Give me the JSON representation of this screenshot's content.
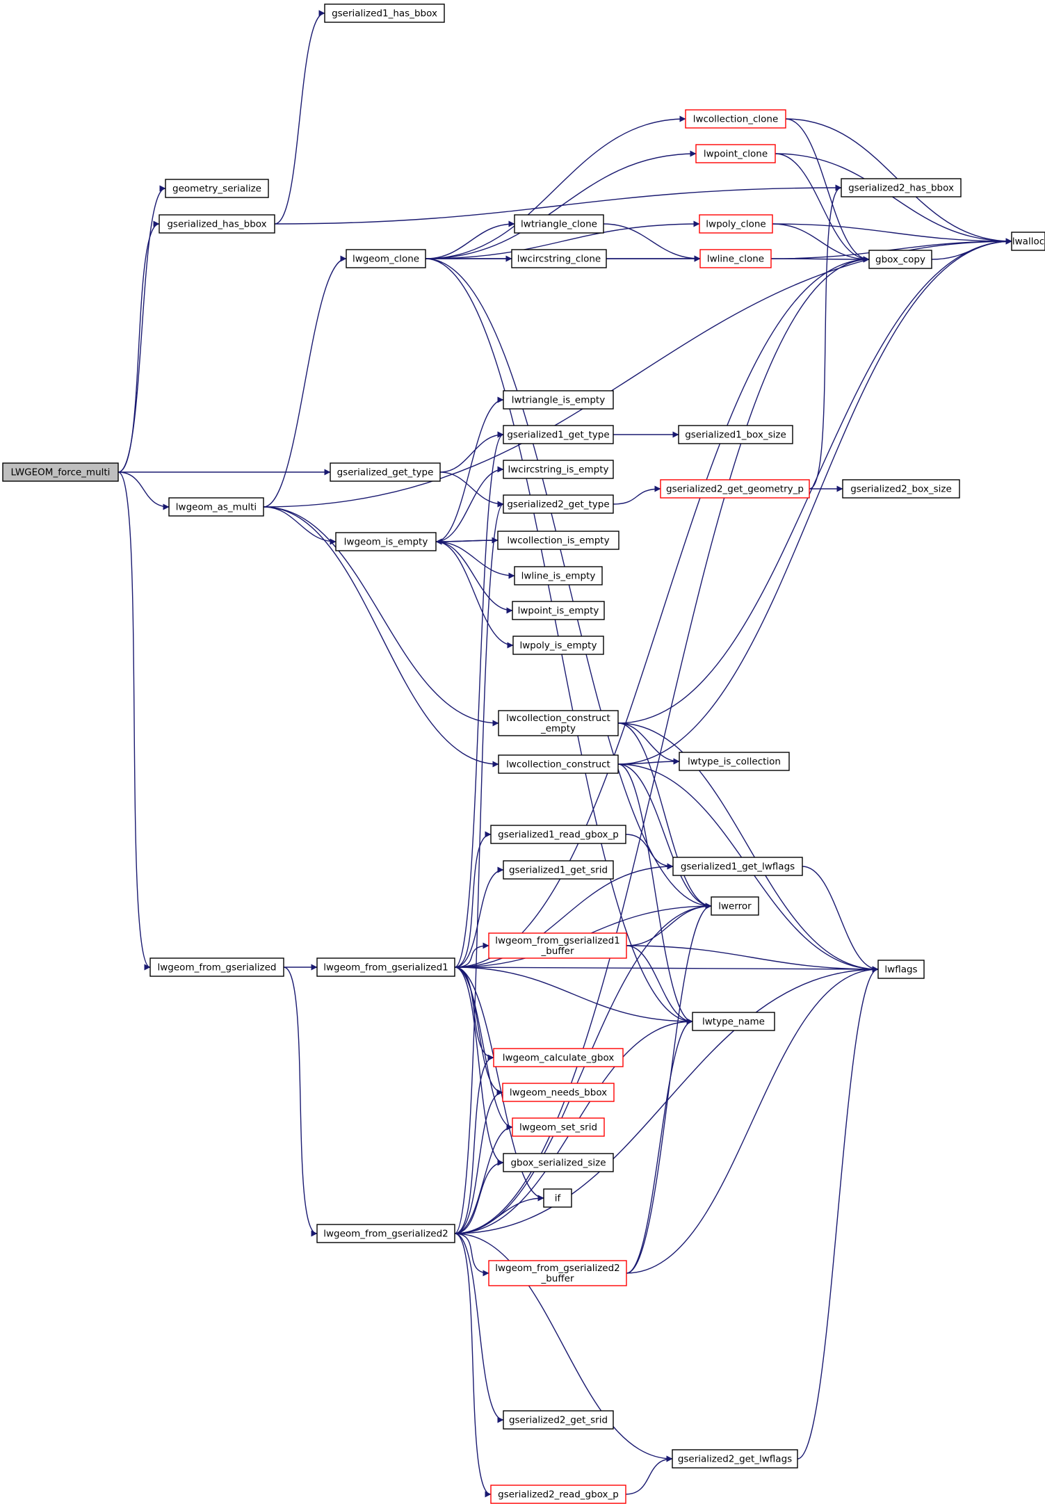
{
  "diagram": {
    "type": "call-graph",
    "colors": {
      "edge": "#191970",
      "node_border": "#000000",
      "node_border_incomplete": "#ff0000",
      "root_fill": "#bfbfbf",
      "node_fill": "#ffffff"
    },
    "nodes": [
      {
        "id": "LWGEOM_force_multi",
        "lines": [
          "LWGEOM_force_multi"
        ],
        "style": "root"
      },
      {
        "id": "geometry_serialize",
        "lines": [
          "geometry_serialize"
        ],
        "style": "normal"
      },
      {
        "id": "gserialized_has_bbox",
        "lines": [
          "gserialized_has_bbox"
        ],
        "style": "normal"
      },
      {
        "id": "gserialized1_has_bbox",
        "lines": [
          "gserialized1_has_bbox"
        ],
        "style": "normal"
      },
      {
        "id": "gserialized2_has_bbox",
        "lines": [
          "gserialized2_has_bbox"
        ],
        "style": "normal"
      },
      {
        "id": "lwgeom_as_multi",
        "lines": [
          "lwgeom_as_multi"
        ],
        "style": "normal"
      },
      {
        "id": "lwgeom_clone",
        "lines": [
          "lwgeom_clone"
        ],
        "style": "normal"
      },
      {
        "id": "lwcollection_clone",
        "lines": [
          "lwcollection_clone"
        ],
        "style": "red"
      },
      {
        "id": "lwpoint_clone",
        "lines": [
          "lwpoint_clone"
        ],
        "style": "red"
      },
      {
        "id": "lwpoly_clone",
        "lines": [
          "lwpoly_clone"
        ],
        "style": "red"
      },
      {
        "id": "lwtriangle_clone",
        "lines": [
          "lwtriangle_clone"
        ],
        "style": "normal"
      },
      {
        "id": "lwcircstring_clone",
        "lines": [
          "lwcircstring_clone"
        ],
        "style": "normal"
      },
      {
        "id": "lwline_clone",
        "lines": [
          "lwline_clone"
        ],
        "style": "red"
      },
      {
        "id": "gbox_copy",
        "lines": [
          "gbox_copy"
        ],
        "style": "normal"
      },
      {
        "id": "lwalloc",
        "lines": [
          "lwalloc"
        ],
        "style": "normal"
      },
      {
        "id": "lwtriangle_is_empty",
        "lines": [
          "lwtriangle_is_empty"
        ],
        "style": "normal"
      },
      {
        "id": "gserialized1_get_type",
        "lines": [
          "gserialized1_get_type"
        ],
        "style": "normal"
      },
      {
        "id": "gserialized1_box_size",
        "lines": [
          "gserialized1_box_size"
        ],
        "style": "normal"
      },
      {
        "id": "gserialized_get_type",
        "lines": [
          "gserialized_get_type"
        ],
        "style": "normal"
      },
      {
        "id": "lwcircstring_is_empty",
        "lines": [
          "lwcircstring_is_empty"
        ],
        "style": "normal"
      },
      {
        "id": "gserialized2_get_type",
        "lines": [
          "gserialized2_get_type"
        ],
        "style": "normal"
      },
      {
        "id": "gserialized2_get_geometry_p",
        "lines": [
          "gserialized2_get_geometry_p"
        ],
        "style": "red"
      },
      {
        "id": "gserialized2_box_size",
        "lines": [
          "gserialized2_box_size"
        ],
        "style": "normal"
      },
      {
        "id": "lwgeom_is_empty",
        "lines": [
          "lwgeom_is_empty"
        ],
        "style": "normal"
      },
      {
        "id": "lwcollection_is_empty",
        "lines": [
          "lwcollection_is_empty"
        ],
        "style": "normal"
      },
      {
        "id": "lwline_is_empty",
        "lines": [
          "lwline_is_empty"
        ],
        "style": "normal"
      },
      {
        "id": "lwpoint_is_empty",
        "lines": [
          "lwpoint_is_empty"
        ],
        "style": "normal"
      },
      {
        "id": "lwpoly_is_empty",
        "lines": [
          "lwpoly_is_empty"
        ],
        "style": "normal"
      },
      {
        "id": "lwcollection_construct_empty",
        "lines": [
          "lwcollection_construct",
          "_empty"
        ],
        "style": "normal"
      },
      {
        "id": "lwcollection_construct",
        "lines": [
          "lwcollection_construct"
        ],
        "style": "normal"
      },
      {
        "id": "lwtype_is_collection",
        "lines": [
          "lwtype_is_collection"
        ],
        "style": "normal"
      },
      {
        "id": "gserialized1_read_gbox_p",
        "lines": [
          "gserialized1_read_gbox_p"
        ],
        "style": "normal"
      },
      {
        "id": "gserialized1_get_lwflags",
        "lines": [
          "gserialized1_get_lwflags"
        ],
        "style": "normal"
      },
      {
        "id": "gserialized1_get_srid",
        "lines": [
          "gserialized1_get_srid"
        ],
        "style": "normal"
      },
      {
        "id": "lwerror",
        "lines": [
          "lwerror"
        ],
        "style": "normal"
      },
      {
        "id": "lwgeom_from_gserialized",
        "lines": [
          "lwgeom_from_gserialized"
        ],
        "style": "normal"
      },
      {
        "id": "lwgeom_from_gserialized1",
        "lines": [
          "lwgeom_from_gserialized1"
        ],
        "style": "normal"
      },
      {
        "id": "lwgeom_from_gserialized1_buffer",
        "lines": [
          "lwgeom_from_gserialized1",
          "_buffer"
        ],
        "style": "red"
      },
      {
        "id": "lwflags",
        "lines": [
          "lwflags"
        ],
        "style": "normal"
      },
      {
        "id": "lwtype_name",
        "lines": [
          "lwtype_name"
        ],
        "style": "normal"
      },
      {
        "id": "lwgeom_calculate_gbox",
        "lines": [
          "lwgeom_calculate_gbox"
        ],
        "style": "red"
      },
      {
        "id": "lwgeom_needs_bbox",
        "lines": [
          "lwgeom_needs_bbox"
        ],
        "style": "red"
      },
      {
        "id": "lwgeom_set_srid",
        "lines": [
          "lwgeom_set_srid"
        ],
        "style": "red"
      },
      {
        "id": "gbox_serialized_size",
        "lines": [
          "gbox_serialized_size"
        ],
        "style": "normal"
      },
      {
        "id": "if",
        "lines": [
          "if"
        ],
        "style": "normal"
      },
      {
        "id": "lwgeom_from_gserialized2",
        "lines": [
          "lwgeom_from_gserialized2"
        ],
        "style": "normal"
      },
      {
        "id": "lwgeom_from_gserialized2_buffer",
        "lines": [
          "lwgeom_from_gserialized2",
          "_buffer"
        ],
        "style": "red"
      },
      {
        "id": "gserialized2_get_srid",
        "lines": [
          "gserialized2_get_srid"
        ],
        "style": "normal"
      },
      {
        "id": "gserialized2_get_lwflags",
        "lines": [
          "gserialized2_get_lwflags"
        ],
        "style": "normal"
      },
      {
        "id": "gserialized2_read_gbox_p",
        "lines": [
          "gserialized2_read_gbox_p"
        ],
        "style": "red"
      }
    ],
    "edges": [
      [
        "LWGEOM_force_multi",
        "geometry_serialize"
      ],
      [
        "LWGEOM_force_multi",
        "gserialized_has_bbox"
      ],
      [
        "LWGEOM_force_multi",
        "gserialized_get_type"
      ],
      [
        "LWGEOM_force_multi",
        "lwgeom_as_multi"
      ],
      [
        "LWGEOM_force_multi",
        "lwgeom_from_gserialized"
      ],
      [
        "gserialized_has_bbox",
        "gserialized1_has_bbox"
      ],
      [
        "gserialized_has_bbox",
        "gserialized2_has_bbox"
      ],
      [
        "lwgeom_as_multi",
        "lwgeom_clone"
      ],
      [
        "lwgeom_as_multi",
        "lwalloc"
      ],
      [
        "lwgeom_as_multi",
        "lwgeom_is_empty"
      ],
      [
        "lwgeom_as_multi",
        "lwcollection_construct_empty"
      ],
      [
        "lwgeom_as_multi",
        "lwcollection_construct"
      ],
      [
        "lwgeom_clone",
        "lwcollection_clone"
      ],
      [
        "lwgeom_clone",
        "lwpoint_clone"
      ],
      [
        "lwgeom_clone",
        "lwpoly_clone"
      ],
      [
        "lwgeom_clone",
        "lwtriangle_clone"
      ],
      [
        "lwgeom_clone",
        "lwcircstring_clone"
      ],
      [
        "lwgeom_clone",
        "lwline_clone"
      ],
      [
        "lwgeom_clone",
        "lwerror"
      ],
      [
        "lwgeom_clone",
        "lwtype_name"
      ],
      [
        "lwcollection_clone",
        "lwalloc"
      ],
      [
        "lwcollection_clone",
        "gbox_copy"
      ],
      [
        "lwpoint_clone",
        "lwalloc"
      ],
      [
        "lwpoint_clone",
        "gbox_copy"
      ],
      [
        "lwpoly_clone",
        "lwalloc"
      ],
      [
        "lwpoly_clone",
        "gbox_copy"
      ],
      [
        "lwtriangle_clone",
        "lwline_clone"
      ],
      [
        "lwcircstring_clone",
        "lwline_clone"
      ],
      [
        "lwline_clone",
        "gbox_copy"
      ],
      [
        "lwline_clone",
        "lwalloc"
      ],
      [
        "gbox_copy",
        "lwalloc"
      ],
      [
        "gserialized_get_type",
        "gserialized1_get_type"
      ],
      [
        "gserialized_get_type",
        "gserialized2_get_type"
      ],
      [
        "gserialized1_get_type",
        "gserialized1_box_size"
      ],
      [
        "gserialized2_get_type",
        "gserialized2_get_geometry_p"
      ],
      [
        "gserialized2_get_geometry_p",
        "gserialized2_box_size"
      ],
      [
        "gserialized2_get_geometry_p",
        "gserialized2_has_bbox"
      ],
      [
        "lwgeom_is_empty",
        "lwtriangle_is_empty"
      ],
      [
        "lwgeom_is_empty",
        "lwcircstring_is_empty"
      ],
      [
        "lwgeom_is_empty",
        "lwcollection_is_empty"
      ],
      [
        "lwgeom_is_empty",
        "lwline_is_empty"
      ],
      [
        "lwgeom_is_empty",
        "lwpoint_is_empty"
      ],
      [
        "lwgeom_is_empty",
        "lwpoly_is_empty"
      ],
      [
        "lwcollection_is_empty",
        "lwgeom_is_empty"
      ],
      [
        "lwcollection_construct_empty",
        "lwalloc"
      ],
      [
        "lwcollection_construct_empty",
        "lwtype_is_collection"
      ],
      [
        "lwcollection_construct_empty",
        "lwerror"
      ],
      [
        "lwcollection_construct_empty",
        "lwflags"
      ],
      [
        "lwcollection_construct",
        "lwtype_is_collection"
      ],
      [
        "lwcollection_construct",
        "lwalloc"
      ],
      [
        "lwcollection_construct",
        "lwerror"
      ],
      [
        "lwcollection_construct",
        "lwflags"
      ],
      [
        "lwcollection_construct",
        "lwtype_name"
      ],
      [
        "lwgeom_from_gserialized",
        "lwgeom_from_gserialized1"
      ],
      [
        "lwgeom_from_gserialized",
        "lwgeom_from_gserialized2"
      ],
      [
        "lwgeom_from_gserialized1",
        "gserialized1_get_type"
      ],
      [
        "lwgeom_from_gserialized1",
        "gbox_copy"
      ],
      [
        "lwgeom_from_gserialized1",
        "gserialized1_read_gbox_p"
      ],
      [
        "lwgeom_from_gserialized1",
        "gserialized1_get_lwflags"
      ],
      [
        "lwgeom_from_gserialized1",
        "gserialized1_get_srid"
      ],
      [
        "lwgeom_from_gserialized1",
        "lwerror"
      ],
      [
        "lwgeom_from_gserialized1",
        "lwgeom_from_gserialized1_buffer"
      ],
      [
        "lwgeom_from_gserialized1",
        "lwflags"
      ],
      [
        "lwgeom_from_gserialized1",
        "lwtype_name"
      ],
      [
        "lwgeom_from_gserialized1",
        "lwgeom_calculate_gbox"
      ],
      [
        "lwgeom_from_gserialized1",
        "lwgeom_needs_bbox"
      ],
      [
        "lwgeom_from_gserialized1",
        "lwgeom_set_srid"
      ],
      [
        "lwgeom_from_gserialized1",
        "gbox_serialized_size"
      ],
      [
        "lwgeom_from_gserialized1",
        "if"
      ],
      [
        "gserialized1_read_gbox_p",
        "gserialized1_get_lwflags"
      ],
      [
        "gserialized1_get_lwflags",
        "lwflags"
      ],
      [
        "lwgeom_from_gserialized1_buffer",
        "lwerror"
      ],
      [
        "lwgeom_from_gserialized1_buffer",
        "lwflags"
      ],
      [
        "lwgeom_from_gserialized1_buffer",
        "lwtype_name"
      ],
      [
        "lwgeom_from_gserialized2",
        "gserialized2_get_type"
      ],
      [
        "lwgeom_from_gserialized2",
        "lwgeom_calculate_gbox"
      ],
      [
        "lwgeom_from_gserialized2",
        "lwgeom_needs_bbox"
      ],
      [
        "lwgeom_from_gserialized2",
        "lwgeom_set_srid"
      ],
      [
        "lwgeom_from_gserialized2",
        "gbox_serialized_size"
      ],
      [
        "lwgeom_from_gserialized2",
        "if"
      ],
      [
        "lwgeom_from_gserialized2",
        "lwtype_name"
      ],
      [
        "lwgeom_from_gserialized2",
        "lwgeom_from_gserialized2_buffer"
      ],
      [
        "lwgeom_from_gserialized2",
        "lwerror"
      ],
      [
        "lwgeom_from_gserialized2",
        "lwflags"
      ],
      [
        "lwgeom_from_gserialized2",
        "gserialized2_get_srid"
      ],
      [
        "lwgeom_from_gserialized2",
        "gserialized2_get_lwflags"
      ],
      [
        "lwgeom_from_gserialized2",
        "gserialized2_read_gbox_p"
      ],
      [
        "lwgeom_from_gserialized2",
        "gbox_copy"
      ],
      [
        "lwgeom_from_gserialized2_buffer",
        "lwerror"
      ],
      [
        "lwgeom_from_gserialized2_buffer",
        "lwflags"
      ],
      [
        "lwgeom_from_gserialized2_buffer",
        "lwtype_name"
      ],
      [
        "gserialized2_read_gbox_p",
        "gserialized2_get_lwflags"
      ],
      [
        "gserialized2_get_lwflags",
        "lwflags"
      ]
    ]
  }
}
